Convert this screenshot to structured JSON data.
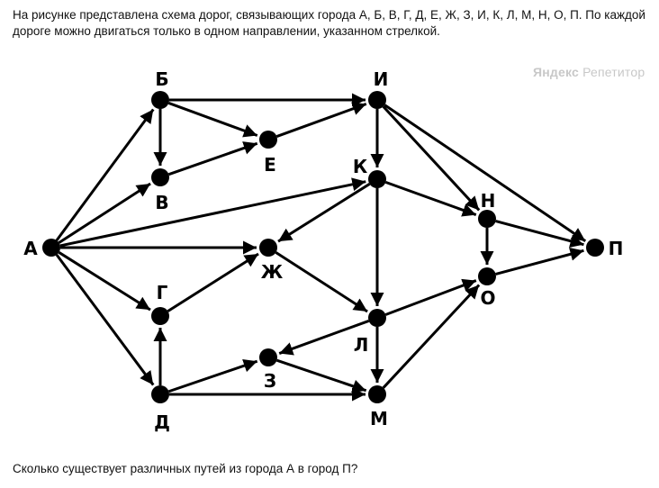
{
  "problem": {
    "intro": "На рисунке представлена схема дорог, связывающих города А, Б, В, Г, Д, Е, Ж, З, И, К, Л, М, Н, О, П. По каждой дороге можно двигаться только в одном направлении, указанном стрелкой.",
    "question": "Сколько существует различных путей из города А в город П?"
  },
  "watermark": {
    "brand": "Яндекс",
    "product": "Репетитор"
  },
  "graph": {
    "nodes": [
      {
        "id": "A",
        "label": "А"
      },
      {
        "id": "B",
        "label": "Б"
      },
      {
        "id": "V",
        "label": "В"
      },
      {
        "id": "G",
        "label": "Г"
      },
      {
        "id": "D",
        "label": "Д"
      },
      {
        "id": "E",
        "label": "Е"
      },
      {
        "id": "Zh",
        "label": "Ж"
      },
      {
        "id": "Z",
        "label": "З"
      },
      {
        "id": "I",
        "label": "И"
      },
      {
        "id": "K",
        "label": "К"
      },
      {
        "id": "L",
        "label": "Л"
      },
      {
        "id": "M",
        "label": "М"
      },
      {
        "id": "N",
        "label": "Н"
      },
      {
        "id": "O",
        "label": "О"
      },
      {
        "id": "P",
        "label": "П"
      }
    ],
    "edges": [
      [
        "A",
        "B"
      ],
      [
        "A",
        "V"
      ],
      [
        "A",
        "K"
      ],
      [
        "A",
        "Zh"
      ],
      [
        "A",
        "G"
      ],
      [
        "A",
        "D"
      ],
      [
        "B",
        "V"
      ],
      [
        "B",
        "E"
      ],
      [
        "B",
        "I"
      ],
      [
        "V",
        "E"
      ],
      [
        "E",
        "I"
      ],
      [
        "I",
        "K"
      ],
      [
        "I",
        "N"
      ],
      [
        "I",
        "P"
      ],
      [
        "K",
        "Zh"
      ],
      [
        "K",
        "L"
      ],
      [
        "K",
        "N"
      ],
      [
        "Zh",
        "L"
      ],
      [
        "G",
        "Zh"
      ],
      [
        "D",
        "G"
      ],
      [
        "D",
        "Z"
      ],
      [
        "D",
        "M"
      ],
      [
        "Z",
        "M"
      ],
      [
        "L",
        "Z"
      ],
      [
        "L",
        "M"
      ],
      [
        "L",
        "O"
      ],
      [
        "M",
        "O"
      ],
      [
        "N",
        "O"
      ],
      [
        "N",
        "P"
      ],
      [
        "O",
        "P"
      ]
    ]
  }
}
